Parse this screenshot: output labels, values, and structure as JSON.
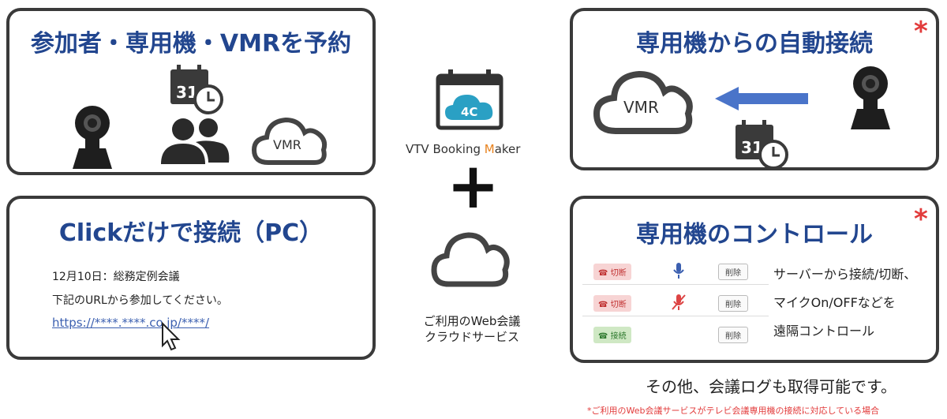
{
  "panels": {
    "reserve": {
      "title": "参加者・専用機・VMRを予約",
      "vmr": "VMR"
    },
    "auto": {
      "title": "専用機からの自動接続",
      "star": "*",
      "vmr": "VMR"
    },
    "click": {
      "title": "Clickだけで接続（PC）",
      "line1": "12月10日：総務定例会議",
      "line2": "下記のURLから参加してください。",
      "link": "https://****.****.co.jp/****/"
    },
    "control": {
      "title": "専用機のコントロール",
      "star": "*",
      "rows": [
        {
          "call": "切断",
          "del": "削除"
        },
        {
          "call": "切断",
          "del": "削除"
        },
        {
          "call": "接続",
          "del": "削除"
        }
      ],
      "desc1": "サーバーから接続/切断、",
      "desc2": "マイクOn/OFFなどを",
      "desc3": "遠隔コントロール"
    }
  },
  "center": {
    "logo_text": "4C",
    "brand_pre": "VTV Booking ",
    "brand_m": "M",
    "brand_post": "aker",
    "plus": "+",
    "cloud_line1": "ご利用のWeb会議",
    "cloud_line2": "クラウドサービス"
  },
  "footer": {
    "other": "その他、会議ログも取得可能です。",
    "note": "*ご利用のWeb会議サービスがテレビ会議専用機の接続に対応している場合"
  },
  "calendar_day": "31",
  "colors": {
    "title": "#22468f",
    "star": "#e23b3b",
    "brand_m": "#e8821e",
    "arrow": "#4a74c9",
    "logo": "#2aa0c4"
  }
}
